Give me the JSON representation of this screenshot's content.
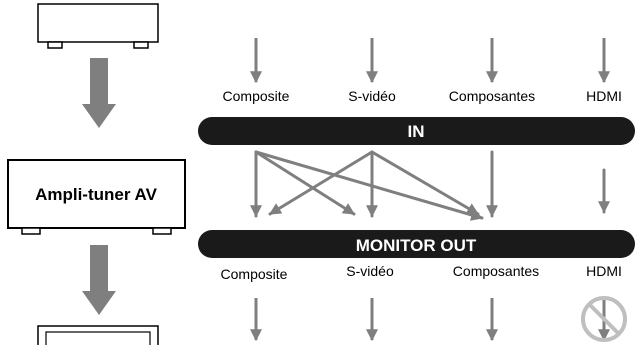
{
  "amplifier_label": "Ampli-tuner AV",
  "in_banner": "IN",
  "out_banner": "MONITOR OUT",
  "inputs": [
    "Composite",
    "S-vidéo",
    "Composantes",
    "HDMI"
  ],
  "outputs": [
    "Composite",
    "S-vidéo",
    "Composantes",
    "HDMI"
  ],
  "colors": {
    "arrow": "#7f7f7f",
    "banner": "#1a1a1a",
    "outline": "#000000",
    "prohibited": "#bfbfbf"
  }
}
